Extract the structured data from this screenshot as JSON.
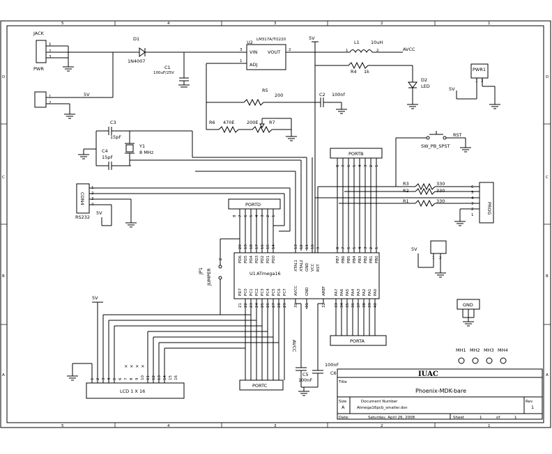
{
  "border": {
    "cols_top": [
      "5",
      "4",
      "3",
      "2",
      "1"
    ],
    "rows_side": [
      "D",
      "C",
      "B",
      "A"
    ]
  },
  "labels": {
    "jack": "JACK",
    "pwr": "PWR",
    "d1": "D1",
    "d1_part": "1N4007",
    "c1": "C1",
    "c1_val": "100uF/25V",
    "u2": "U2",
    "u2_part": "LM317A/TO220",
    "vin": "VIN",
    "vout": "VOUT",
    "adj": "ADJ",
    "v5": "5V",
    "l1": "L1",
    "l1_val": "10uH",
    "avcc": "AVCC",
    "r4": "R4",
    "r4_val": "1k",
    "d2": "D2",
    "d2_part": "LED",
    "pwr1": "PWR1",
    "r5": "R5",
    "r5_val": "200",
    "c2": "C2",
    "c2_val": "100nf",
    "r6": "R6",
    "r6_val": "470E",
    "r7_val": "200E",
    "r7": "R7",
    "c3": "C3",
    "c3_val": "15pF",
    "y1": "Y1",
    "y1_val": "8 MHz",
    "c4": "C4",
    "c4_val": "15pF",
    "rst": "RST",
    "sw": "SW_PB_SPST",
    "portb": "PORTB",
    "con4": "CON4",
    "rs232": "RS232",
    "portd": "PORTD",
    "r3": "R3",
    "r2": "R2",
    "r1": "R1",
    "r330": "330",
    "prog": "PROG",
    "jp1": "JP1",
    "jumper": "JUMPER",
    "u1": "U1",
    "u1_part": "ATmega16",
    "gnd_conn": "GND",
    "porta": "PORTA",
    "lcd": "LCD 1 X 16",
    "portc": "PORTC",
    "c5": "C5",
    "c5_val": "100nF",
    "c6": "C6",
    "c6_val": "100nF",
    "mh": [
      "MH1",
      "MH2",
      "MH3",
      "MH4"
    ]
  },
  "pins": {
    "u1_top_left": [
      "PD6",
      "PD5",
      "PD4",
      "PD3",
      "PD2",
      "PD1",
      "PD0"
    ],
    "u1_top_left_num": [
      "20",
      "19",
      "18",
      "17",
      "16",
      "15",
      "14"
    ],
    "u1_top_right": [
      "XTAL1",
      "XTAL2",
      "GND",
      "VCC",
      "RST"
    ],
    "u1_top_right_num": [
      "13",
      "12",
      "11",
      "10",
      "9"
    ],
    "u1_portb": [
      "PB7",
      "PB6",
      "PB5",
      "PB4",
      "PB3",
      "PB2",
      "PB1",
      "PB0"
    ],
    "u1_portb_num": [
      "8",
      "7",
      "6",
      "5",
      "4",
      "3",
      "2",
      "1"
    ],
    "u1_bot_left": [
      "PD7",
      "PC0",
      "PC1",
      "PC2",
      "PC3",
      "PC4",
      "PC5",
      "PC6",
      "PC7"
    ],
    "u1_bot_left_num": [
      "21",
      "22",
      "23",
      "24",
      "25",
      "26",
      "27",
      "28",
      "29"
    ],
    "u1_bot_mid": [
      "AVCC",
      "GND",
      "AREF"
    ],
    "u1_bot_mid_num": [
      "30",
      "31",
      "32"
    ],
    "u1_porta": [
      "PA7",
      "PA6",
      "PA5",
      "PA4",
      "PA3",
      "PA2",
      "PA1",
      "PA0"
    ],
    "u1_porta_num": [
      "33",
      "34",
      "35",
      "36",
      "37",
      "38",
      "39",
      "40"
    ]
  },
  "title_block": {
    "company": "IUAC",
    "title_label": "Title",
    "title": "Phoenix-MDK-bare",
    "size_label": "Size",
    "size": "A",
    "docnum_label": "Document Number",
    "docnum": "Atmega16pcb_smaller.dsn",
    "rev_label": "Rev",
    "rev": "1",
    "date_label": "Date:",
    "date": "Saturday, April 26, 2008",
    "sheet_label": "Sheet",
    "sheet": "1",
    "of_label": "of",
    "of": "1"
  }
}
